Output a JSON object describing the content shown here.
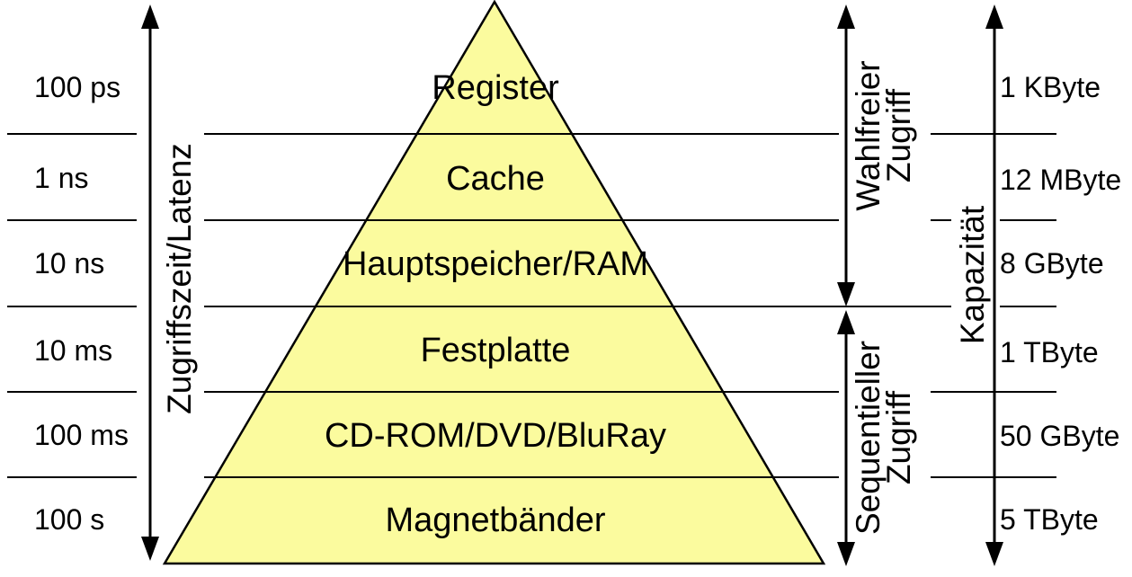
{
  "levels": [
    {
      "name": "Register",
      "access_time": "100 ps",
      "capacity": "1 KByte",
      "text_color": "#000000"
    },
    {
      "name": "Cache",
      "access_time": "1 ns",
      "capacity": "12 MByte",
      "text_color": "#2d6cec"
    },
    {
      "name": "Hauptspeicher/RAM",
      "access_time": "10 ns",
      "capacity": "8 GByte",
      "text_color": "#2d6cec"
    },
    {
      "name": "Festplatte",
      "access_time": "10 ms",
      "capacity": "1 TByte",
      "text_color": "#000000"
    },
    {
      "name": "CD-ROM/DVD/BluRay",
      "access_time": "100 ms",
      "capacity": "50 GByte",
      "text_color": "#000000"
    },
    {
      "name": "Magnetbänder",
      "access_time": "100 s",
      "capacity": "5 TByte",
      "text_color": "#000000"
    }
  ],
  "axis_labels": {
    "latency": "Zugriffszeit/Latenz",
    "random_access_line1": "Wahlfreier",
    "random_access_line2": "Zugriff",
    "sequential_access_line1": "Sequentieller",
    "sequential_access_line2": "Zugriff",
    "capacity": "Kapazität"
  },
  "colors": {
    "pyramid_fill": "#fbfb9e",
    "highlight_blue": "#2d6cec",
    "line_black": "#000000"
  }
}
